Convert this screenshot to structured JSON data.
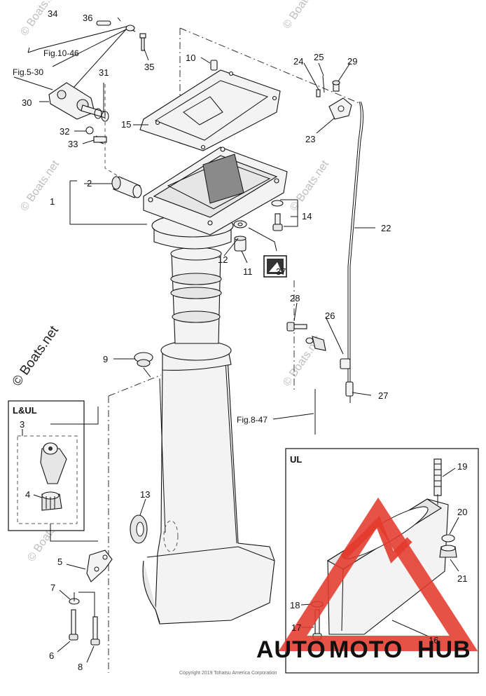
{
  "diagram": {
    "callouts": [
      {
        "id": "c1",
        "label": "1"
      },
      {
        "id": "c2",
        "label": "2"
      },
      {
        "id": "c3",
        "label": "3"
      },
      {
        "id": "c4",
        "label": "4"
      },
      {
        "id": "c5",
        "label": "5"
      },
      {
        "id": "c6",
        "label": "6"
      },
      {
        "id": "c7",
        "label": "7"
      },
      {
        "id": "c8",
        "label": "8"
      },
      {
        "id": "c9",
        "label": "9"
      },
      {
        "id": "c10",
        "label": "10"
      },
      {
        "id": "c11",
        "label": "11"
      },
      {
        "id": "c12",
        "label": "12"
      },
      {
        "id": "c13",
        "label": "13"
      },
      {
        "id": "c14",
        "label": "14"
      },
      {
        "id": "c15",
        "label": "15"
      },
      {
        "id": "c16",
        "label": "16"
      },
      {
        "id": "c17",
        "label": "17"
      },
      {
        "id": "c18",
        "label": "18"
      },
      {
        "id": "c19",
        "label": "19"
      },
      {
        "id": "c20",
        "label": "20"
      },
      {
        "id": "c21",
        "label": "21"
      },
      {
        "id": "c22",
        "label": "22"
      },
      {
        "id": "c23",
        "label": "23"
      },
      {
        "id": "c24",
        "label": "24"
      },
      {
        "id": "c25",
        "label": "25"
      },
      {
        "id": "c26",
        "label": "26"
      },
      {
        "id": "c27",
        "label": "27"
      },
      {
        "id": "c28",
        "label": "28"
      },
      {
        "id": "c29",
        "label": "29"
      },
      {
        "id": "c30",
        "label": "30"
      },
      {
        "id": "c31",
        "label": "31"
      },
      {
        "id": "c32",
        "label": "32"
      },
      {
        "id": "c33",
        "label": "33"
      },
      {
        "id": "c34",
        "label": "34"
      },
      {
        "id": "c35",
        "label": "35"
      },
      {
        "id": "c36",
        "label": "36"
      },
      {
        "id": "c37",
        "label": "37"
      }
    ],
    "references": {
      "fig_10_46": "Fig.10-46",
      "fig_5_30": "Fig.5-30",
      "fig_8_47": "Fig.8-47"
    },
    "insets": {
      "left_title": "L&UL",
      "right_title": "UL"
    },
    "watermarks": {
      "small": "© Boats.net",
      "large": "© Boats.net"
    },
    "copyright": "Copyright 2019 Tohatsu America Corporation",
    "brand": {
      "part1": "AUTO",
      "part2": "MOTO",
      "part3": "HUB",
      "color_orange": "#f2a33a",
      "color_red": "#e33a2c",
      "color_dark": "#2b2b2b"
    }
  }
}
